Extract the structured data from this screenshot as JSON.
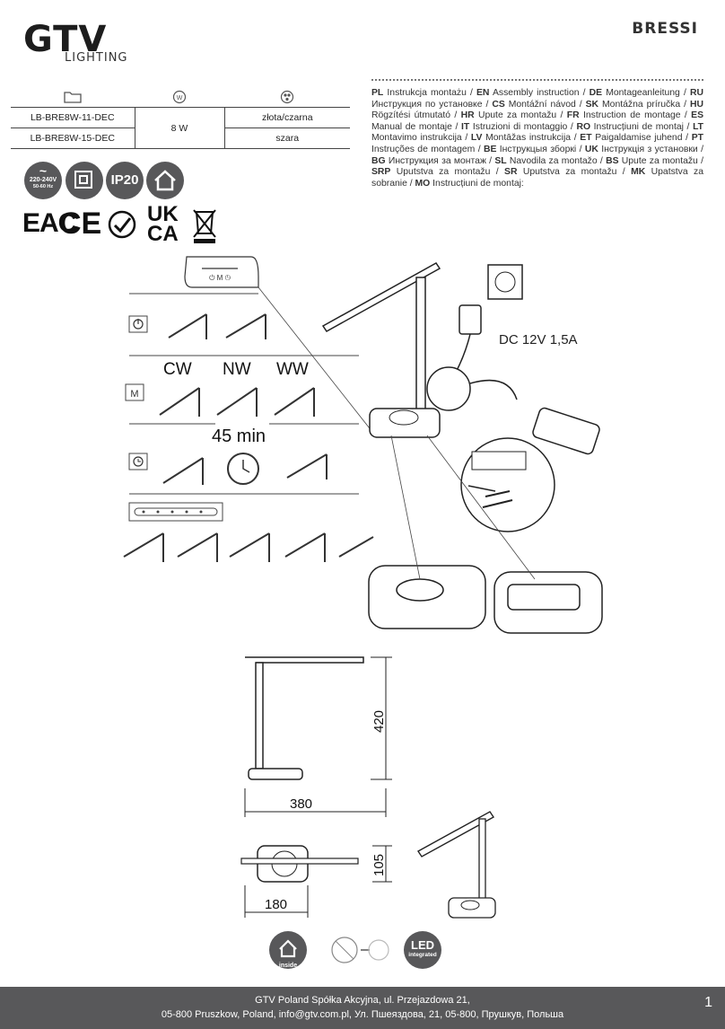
{
  "brand": {
    "logo": "GTV",
    "sub": "LIGHTING"
  },
  "product": "BRESSI",
  "table": {
    "header_icons": [
      "folder-icon",
      "watt-bulb-icon",
      "color-palette-icon"
    ],
    "rows": [
      {
        "code": "LB-BRE8W-11-DEC",
        "color": "złota/czarna"
      },
      {
        "code": "LB-BRE8W-15-DEC",
        "color": "szara"
      }
    ],
    "power": "8 W"
  },
  "badges": {
    "voltage": "220-240V",
    "freq": "50-60 Hz",
    "ip": "IP20"
  },
  "certs": {
    "eac": "EAC",
    "ce": "CE",
    "ukca_top": "UK",
    "ukca_bottom": "CA"
  },
  "instructions": [
    [
      "PL",
      "Instrukcja montażu /"
    ],
    [
      "EN",
      "Assembly instruction /"
    ],
    [
      "DE",
      "Montageanleitung /"
    ],
    [
      "RU",
      "Инструкция по установке /"
    ],
    [
      "CS",
      "Montážní návod /"
    ],
    [
      "SK",
      "Montážna príručka /"
    ],
    [
      "HU",
      "Rögzítési útmutató /"
    ],
    [
      "HR",
      "Upute za montažu /"
    ],
    [
      "FR",
      "Instruction de montage /"
    ],
    [
      "ES",
      "Manual de montaje /"
    ],
    [
      "IT",
      "Istruzioni di montaggio /"
    ],
    [
      "RO",
      "Instrucțiuni de montaj /"
    ],
    [
      "LT",
      "Montavimo instrukcija /"
    ],
    [
      "LV",
      "Montāžas instrukcija /"
    ],
    [
      "ET",
      "Paigaldamise juhend /"
    ],
    [
      "PT",
      "Instruções de montagem /"
    ],
    [
      "BE",
      "Інструкцыя зборкі /"
    ],
    [
      "UK",
      "Інструкція з установки /"
    ],
    [
      "BG",
      "Инструкция за монтаж /"
    ],
    [
      "SL",
      "Navodila za montažo /"
    ],
    [
      "BS",
      "Upute za montažu /"
    ],
    [
      "SRP",
      "Uputstva za montažu /"
    ],
    [
      "SR",
      "Uputstva za montažu /"
    ],
    [
      "MK",
      "Upatstva za sobranie /"
    ],
    [
      "MO",
      "Instrucțiuni de montaj:"
    ]
  ],
  "panel": {
    "buttons": "⏻ M ◷"
  },
  "modes": {
    "cw": "CW",
    "nw": "NW",
    "ww": "WW",
    "timer": "45 min"
  },
  "power_label": "DC 12V 1,5A",
  "dimensions": {
    "height": "420",
    "width": "380",
    "depth": "105",
    "base": "180"
  },
  "bottom_badges": {
    "inside": "inside",
    "led_top": "LED",
    "led_bottom": "integrated"
  },
  "footer": {
    "line1": "GTV Poland Spółka Akcyjna, ul. Przejazdowa 21,",
    "line2": "05-800 Pruszkow, Poland, info@gtv.com.pl, Ул. Пшеяздова, 21, 05-800, Прушкув, Польша",
    "page": "1"
  }
}
